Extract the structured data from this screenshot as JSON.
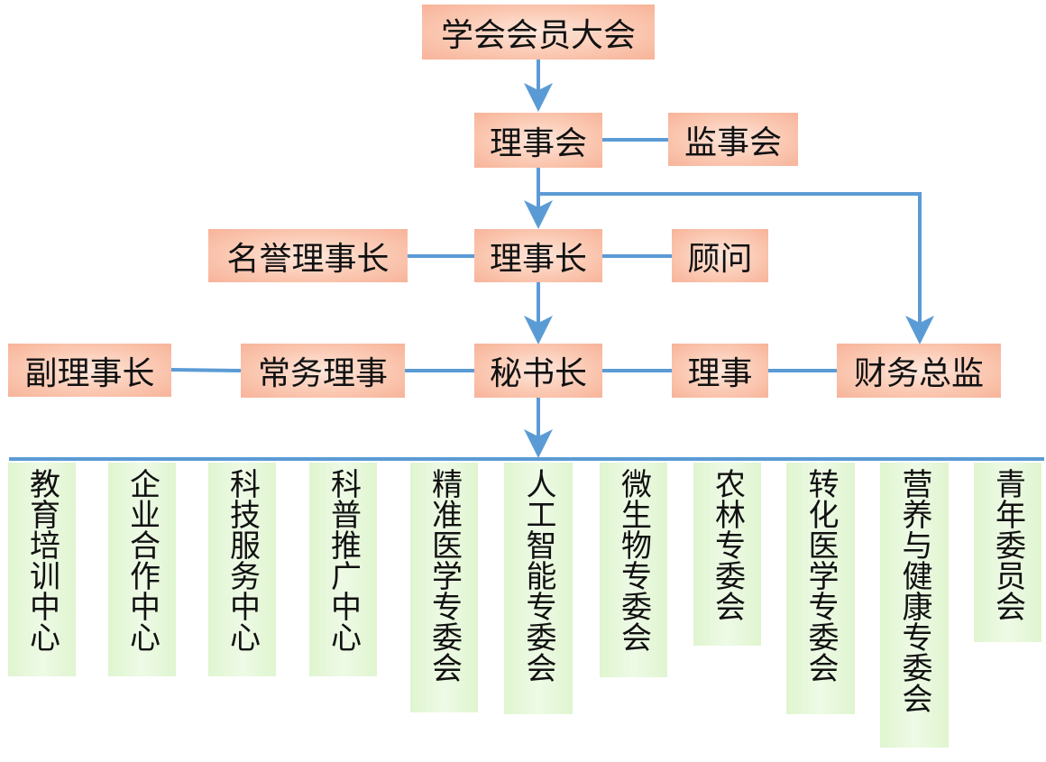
{
  "diagram": {
    "colors": {
      "line": "#5b9bd5",
      "box_fill": "#fbc9b3",
      "column_fill": "#e3f6d6"
    },
    "nodes": {
      "general_assembly": "学会会员大会",
      "council": "理事会",
      "supervisory_board": "监事会",
      "honorary_chairman": "名誉理事长",
      "chairman": "理事长",
      "advisor": "顾问",
      "vice_chairman": "副理事长",
      "standing_director": "常务理事",
      "secretary_general": "秘书长",
      "director": "理事",
      "finance_director": "财务总监"
    },
    "departments": [
      "教育培训中心",
      "企业合作中心",
      "科技服务中心",
      "科普推广中心",
      "精准医学专委会",
      "人工智能专委会",
      "微生物专委会",
      "农林专委会",
      "转化医学专委会",
      "营养与健康专委会",
      "青年委员会"
    ]
  }
}
